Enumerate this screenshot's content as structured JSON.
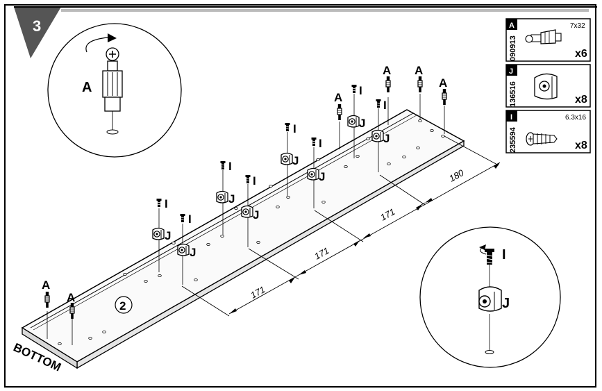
{
  "step": {
    "number": "3"
  },
  "board": {
    "side_label": "BOTTOM",
    "panel_number": "2"
  },
  "dimensions": {
    "d1": "171",
    "d2": "171",
    "d3": "171",
    "d4": "180"
  },
  "callouts": {
    "cam_dowel": "A",
    "cam_housing": "J",
    "screw": "I"
  },
  "parts": [
    {
      "letter": "A",
      "code": "090913",
      "size": "7x32",
      "qty": "x6",
      "icon": "cam-dowel-icon"
    },
    {
      "letter": "J",
      "code": "136516",
      "size": "",
      "qty": "x8",
      "icon": "cam-housing-icon"
    },
    {
      "letter": "I",
      "code": "235594",
      "size": "6.3x16",
      "qty": "x8",
      "icon": "screw-icon"
    }
  ],
  "colors": {
    "ink": "#000000",
    "paper": "#ffffff",
    "panel_fill": "#f2f2f2"
  }
}
